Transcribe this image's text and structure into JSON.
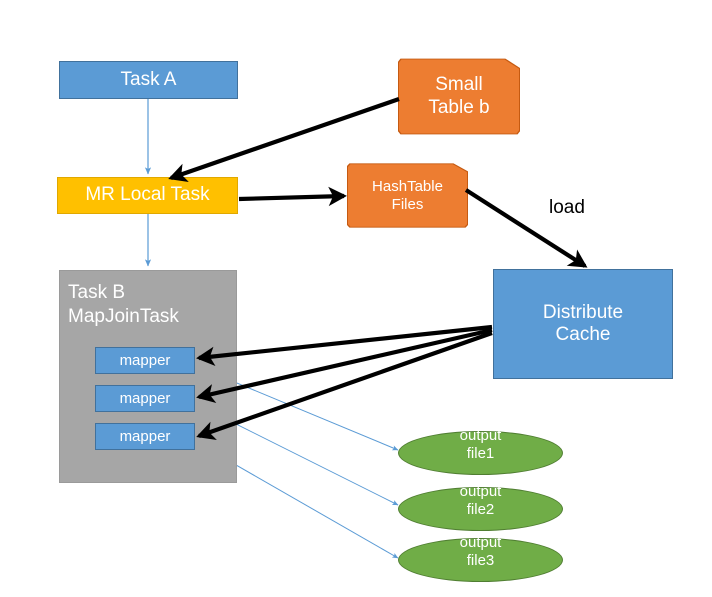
{
  "diagram": {
    "title": "Hive MapJoin execution flow",
    "background": "#ffffff",
    "colors": {
      "blue": "#5b9bd5",
      "blue_border": "#41719c",
      "yellow": "#ffc000",
      "orange": "#ed7d31",
      "orange_border": "#c55a11",
      "gray": "#a6a6a6",
      "green": "#70ad47",
      "thin_arrow": "#5b9bd5",
      "thick_arrow": "#000000",
      "label_text": "#000000",
      "node_text": "#ffffff"
    }
  },
  "nodes": {
    "task_a": {
      "label": "Task A",
      "shape": "rectangle",
      "color": "#5b9bd5"
    },
    "mr_local_task": {
      "label": "MR Local Task",
      "shape": "rectangle",
      "color": "#ffc000"
    },
    "task_b": {
      "label": "Task B\nMapJoinTask",
      "shape": "rectangle",
      "color": "#a6a6a6"
    },
    "mapper_1": {
      "label": "mapper",
      "shape": "rectangle",
      "color": "#5b9bd5"
    },
    "mapper_2": {
      "label": "mapper",
      "shape": "rectangle",
      "color": "#5b9bd5"
    },
    "mapper_3": {
      "label": "mapper",
      "shape": "rectangle",
      "color": "#5b9bd5"
    },
    "small_table_b": {
      "label": "Small\nTable b",
      "shape": "document",
      "color": "#ed7d31"
    },
    "hashtable_files": {
      "label": "HashTable\nFiles",
      "shape": "document",
      "color": "#ed7d31"
    },
    "distribute_cache": {
      "label": "Distribute\nCache",
      "shape": "rectangle",
      "color": "#5b9bd5"
    },
    "output_file1": {
      "label": "output\nfile1",
      "shape": "ellipse",
      "color": "#70ad47"
    },
    "output_file2": {
      "label": "output\nfile2",
      "shape": "ellipse",
      "color": "#70ad47"
    },
    "output_file3": {
      "label": "output\nfile3",
      "shape": "ellipse",
      "color": "#70ad47"
    }
  },
  "edge_labels": {
    "load": "load"
  },
  "edges": [
    {
      "from": "task_a",
      "to": "mr_local_task",
      "style": "thin",
      "label": ""
    },
    {
      "from": "small_table_b",
      "to": "mr_local_task",
      "style": "thick",
      "label": ""
    },
    {
      "from": "mr_local_task",
      "to": "hashtable_files",
      "style": "thick",
      "label": ""
    },
    {
      "from": "hashtable_files",
      "to": "distribute_cache",
      "style": "thick",
      "label": "load"
    },
    {
      "from": "mr_local_task",
      "to": "task_b",
      "style": "thin",
      "label": ""
    },
    {
      "from": "distribute_cache",
      "to": "mapper_1",
      "style": "thick",
      "label": ""
    },
    {
      "from": "distribute_cache",
      "to": "mapper_2",
      "style": "thick",
      "label": ""
    },
    {
      "from": "distribute_cache",
      "to": "mapper_3",
      "style": "thick",
      "label": ""
    },
    {
      "from": "mapper_1",
      "to": "output_file1",
      "style": "thin",
      "label": ""
    },
    {
      "from": "mapper_2",
      "to": "output_file2",
      "style": "thin",
      "label": ""
    },
    {
      "from": "mapper_3",
      "to": "output_file3",
      "style": "thin",
      "label": ""
    }
  ]
}
